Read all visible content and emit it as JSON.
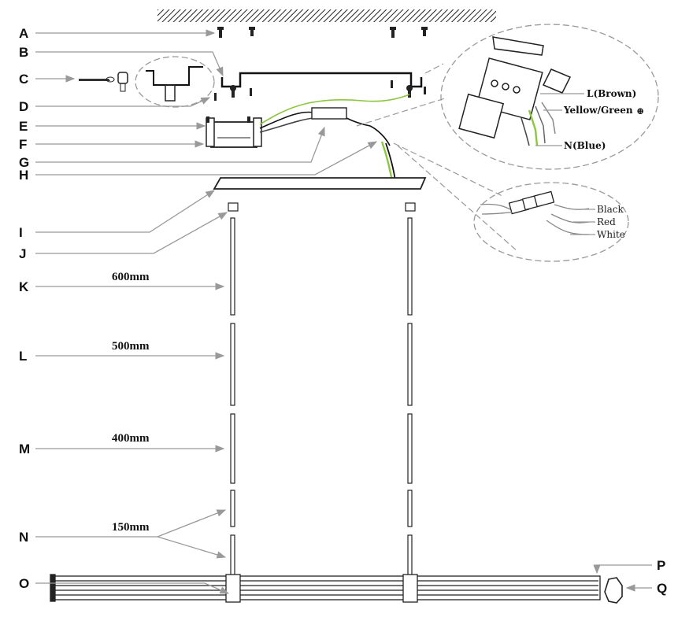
{
  "labels": [
    "A",
    "B",
    "C",
    "D",
    "E",
    "F",
    "G",
    "H",
    "I",
    "J",
    "K",
    "L",
    "M",
    "N",
    "O",
    "P",
    "Q"
  ],
  "measurements": {
    "rod_600": "600mm",
    "rod_500": "500mm",
    "rod_400": "400mm",
    "rod_150": "150mm"
  },
  "wiring_terminal": {
    "live": "L(Brown)",
    "earth": "Yellow/Green",
    "earth_symbol": "⊕",
    "neutral": "N(Blue)"
  },
  "wiring_connector": {
    "black": "Black",
    "red": "Red",
    "white": "White"
  },
  "colors": {
    "label_text": "#111111",
    "leader_line": "#999999",
    "earth_wire": "#8dc63f",
    "ceiling_hatch": "#222222"
  }
}
